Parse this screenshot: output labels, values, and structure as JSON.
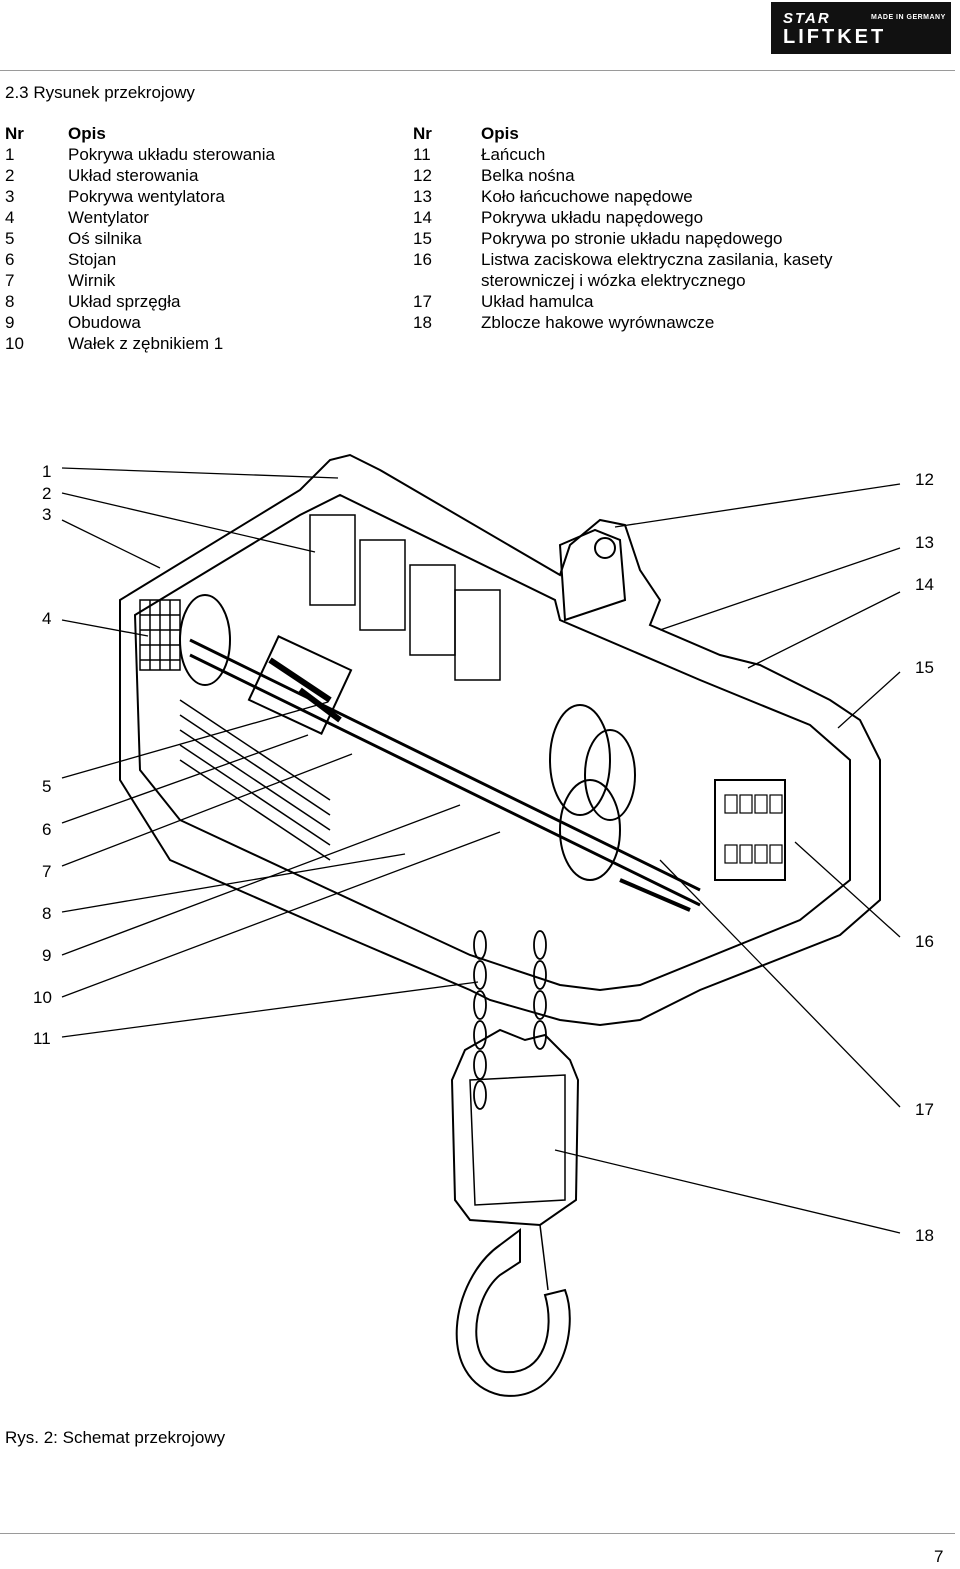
{
  "logo": {
    "brand_top": "STAR",
    "brand_bottom": "LIFTKET",
    "tagline": "MADE IN GERMANY"
  },
  "section_title": "2.3  Rysunek przekrojowy",
  "table_headers": {
    "nr": "Nr",
    "opis": "Opis"
  },
  "legend_left": [
    {
      "nr": "1",
      "opis": "Pokrywa układu sterowania"
    },
    {
      "nr": "2",
      "opis": "Układ sterowania"
    },
    {
      "nr": "3",
      "opis": "Pokrywa wentylatora"
    },
    {
      "nr": "4",
      "opis": "Wentylator"
    },
    {
      "nr": "5",
      "opis": "Oś silnika"
    },
    {
      "nr": "6",
      "opis": "Stojan"
    },
    {
      "nr": "7",
      "opis": "Wirnik"
    },
    {
      "nr": "8",
      "opis": "Układ sprzęgła"
    },
    {
      "nr": "9",
      "opis": "Obudowa"
    },
    {
      "nr": "10",
      "opis": "Wałek z zębnikiem 1"
    }
  ],
  "legend_right": [
    {
      "nr": "11",
      "opis": "Łańcuch"
    },
    {
      "nr": "12",
      "opis": "Belka nośna"
    },
    {
      "nr": "13",
      "opis": "Koło łańcuchowe napędowe"
    },
    {
      "nr": "14",
      "opis": "Pokrywa układu napędowego"
    },
    {
      "nr": "15",
      "opis": "Pokrywa po stronie układu napędowego"
    },
    {
      "nr": "16",
      "opis": "Listwa zaciskowa elektryczna zasilania, kasety"
    },
    {
      "nr": "",
      "opis": "sterowniczej i wózka elektrycznego"
    },
    {
      "nr": "17",
      "opis": "Układ hamulca"
    },
    {
      "nr": "18",
      "opis": "Zblocze hakowe wyrównawcze"
    }
  ],
  "callouts_left": [
    "1",
    "2",
    "3",
    "4",
    "5",
    "6",
    "7",
    "8",
    "9",
    "10",
    "11"
  ],
  "callouts_right": [
    "12",
    "13",
    "14",
    "15",
    "16",
    "17",
    "18"
  ],
  "caption": "Rys. 2: Schemat przekrojowy",
  "page_number": "7"
}
